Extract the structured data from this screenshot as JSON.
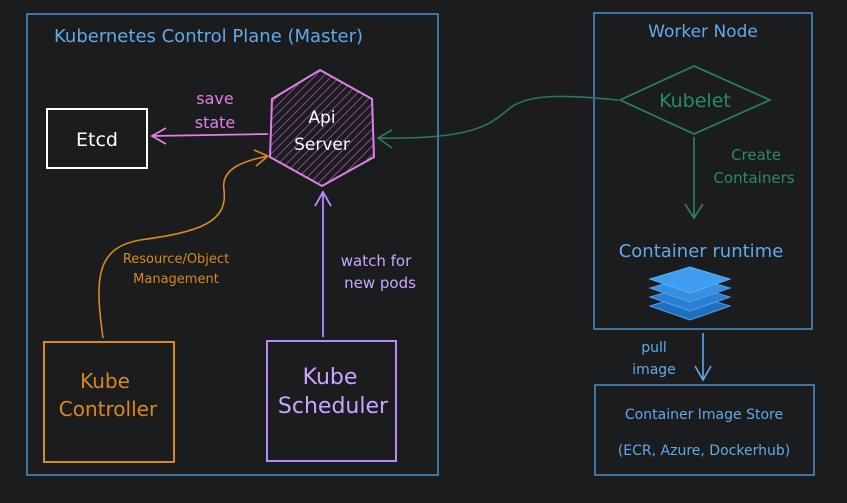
{
  "control_plane": {
    "title": "Kubernetes Control Plane (Master)"
  },
  "etcd": {
    "label": "Etcd"
  },
  "api_server": {
    "line1": "Api",
    "line2": "Server"
  },
  "save_state": {
    "line1": "save",
    "line2": "state"
  },
  "resource_management": {
    "line1": "Resource/Object",
    "line2": "Management"
  },
  "watch_pods": {
    "line1": "watch for",
    "line2": "new pods"
  },
  "kube_controller": {
    "line1": "Kube",
    "line2": "Controller"
  },
  "kube_scheduler": {
    "line1": "Kube",
    "line2": "Scheduler"
  },
  "worker_node": {
    "title": "Worker Node",
    "kubelet": "Kubelet",
    "create_containers_line1": "Create",
    "create_containers_line2": "Containers",
    "container_runtime": "Container runtime"
  },
  "pull_image": {
    "line1": "pull",
    "line2": "image"
  },
  "image_store": {
    "line1": "Container Image Store",
    "line2": "(ECR, Azure, Dockerhub)"
  },
  "colors": {
    "background": "#1b1c1e",
    "frame": "#4a90c8",
    "etcd": "#ffffff",
    "api_server": "#e07fe6",
    "controller": "#d8891c",
    "scheduler": "#b78bff",
    "kubelet": "#2a7a5a",
    "runtime_stack": "#3b8fe0"
  }
}
